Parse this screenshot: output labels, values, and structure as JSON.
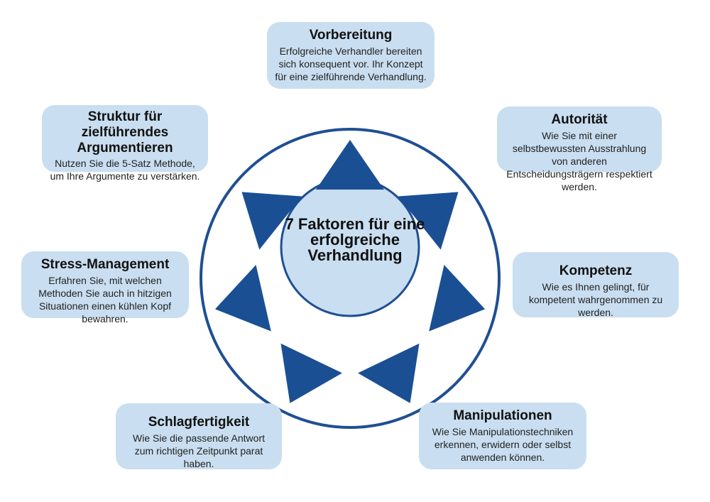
{
  "colors": {
    "box_fill": "#c9def0",
    "ring": "#1f4f94",
    "triangle": "#1a4f94",
    "center_fill": "#c9def0"
  },
  "center": {
    "title": "7 Faktoren für eine erfolgreiche Verhandlung"
  },
  "factors": [
    {
      "title": "Vorbereitung",
      "text": "Erfolgreiche Verhandler bereiten sich konsequent vor. Ihr Konzept für eine zielführende Verhandlung."
    },
    {
      "title": "Autorität",
      "text": "Wie Sie mit einer selbstbewussten Ausstrahlung von anderen Entscheidungsträgern respektiert werden."
    },
    {
      "title": "Kompetenz",
      "text": "Wie es Ihnen gelingt, für kompetent wahrgenommen zu werden."
    },
    {
      "title": "Manipulationen",
      "text": "Wie Sie Manipulationstechniken erkennen, erwidern oder selbst anwenden können."
    },
    {
      "title": "Schlagfertigkeit",
      "text": "Wie Sie die passende Antwort zum richtigen Zeitpunkt parat haben."
    },
    {
      "title": "Stress-Management",
      "text": "Erfahren Sie, mit welchen Methoden Sie auch in hitzigen Situationen einen kühlen Kopf bewahren."
    },
    {
      "title": "Struktur für zielführendes Argumentieren",
      "text": "Nutzen Sie die 5-Satz Methode, um Ihre Argumente zu verstärken."
    }
  ]
}
